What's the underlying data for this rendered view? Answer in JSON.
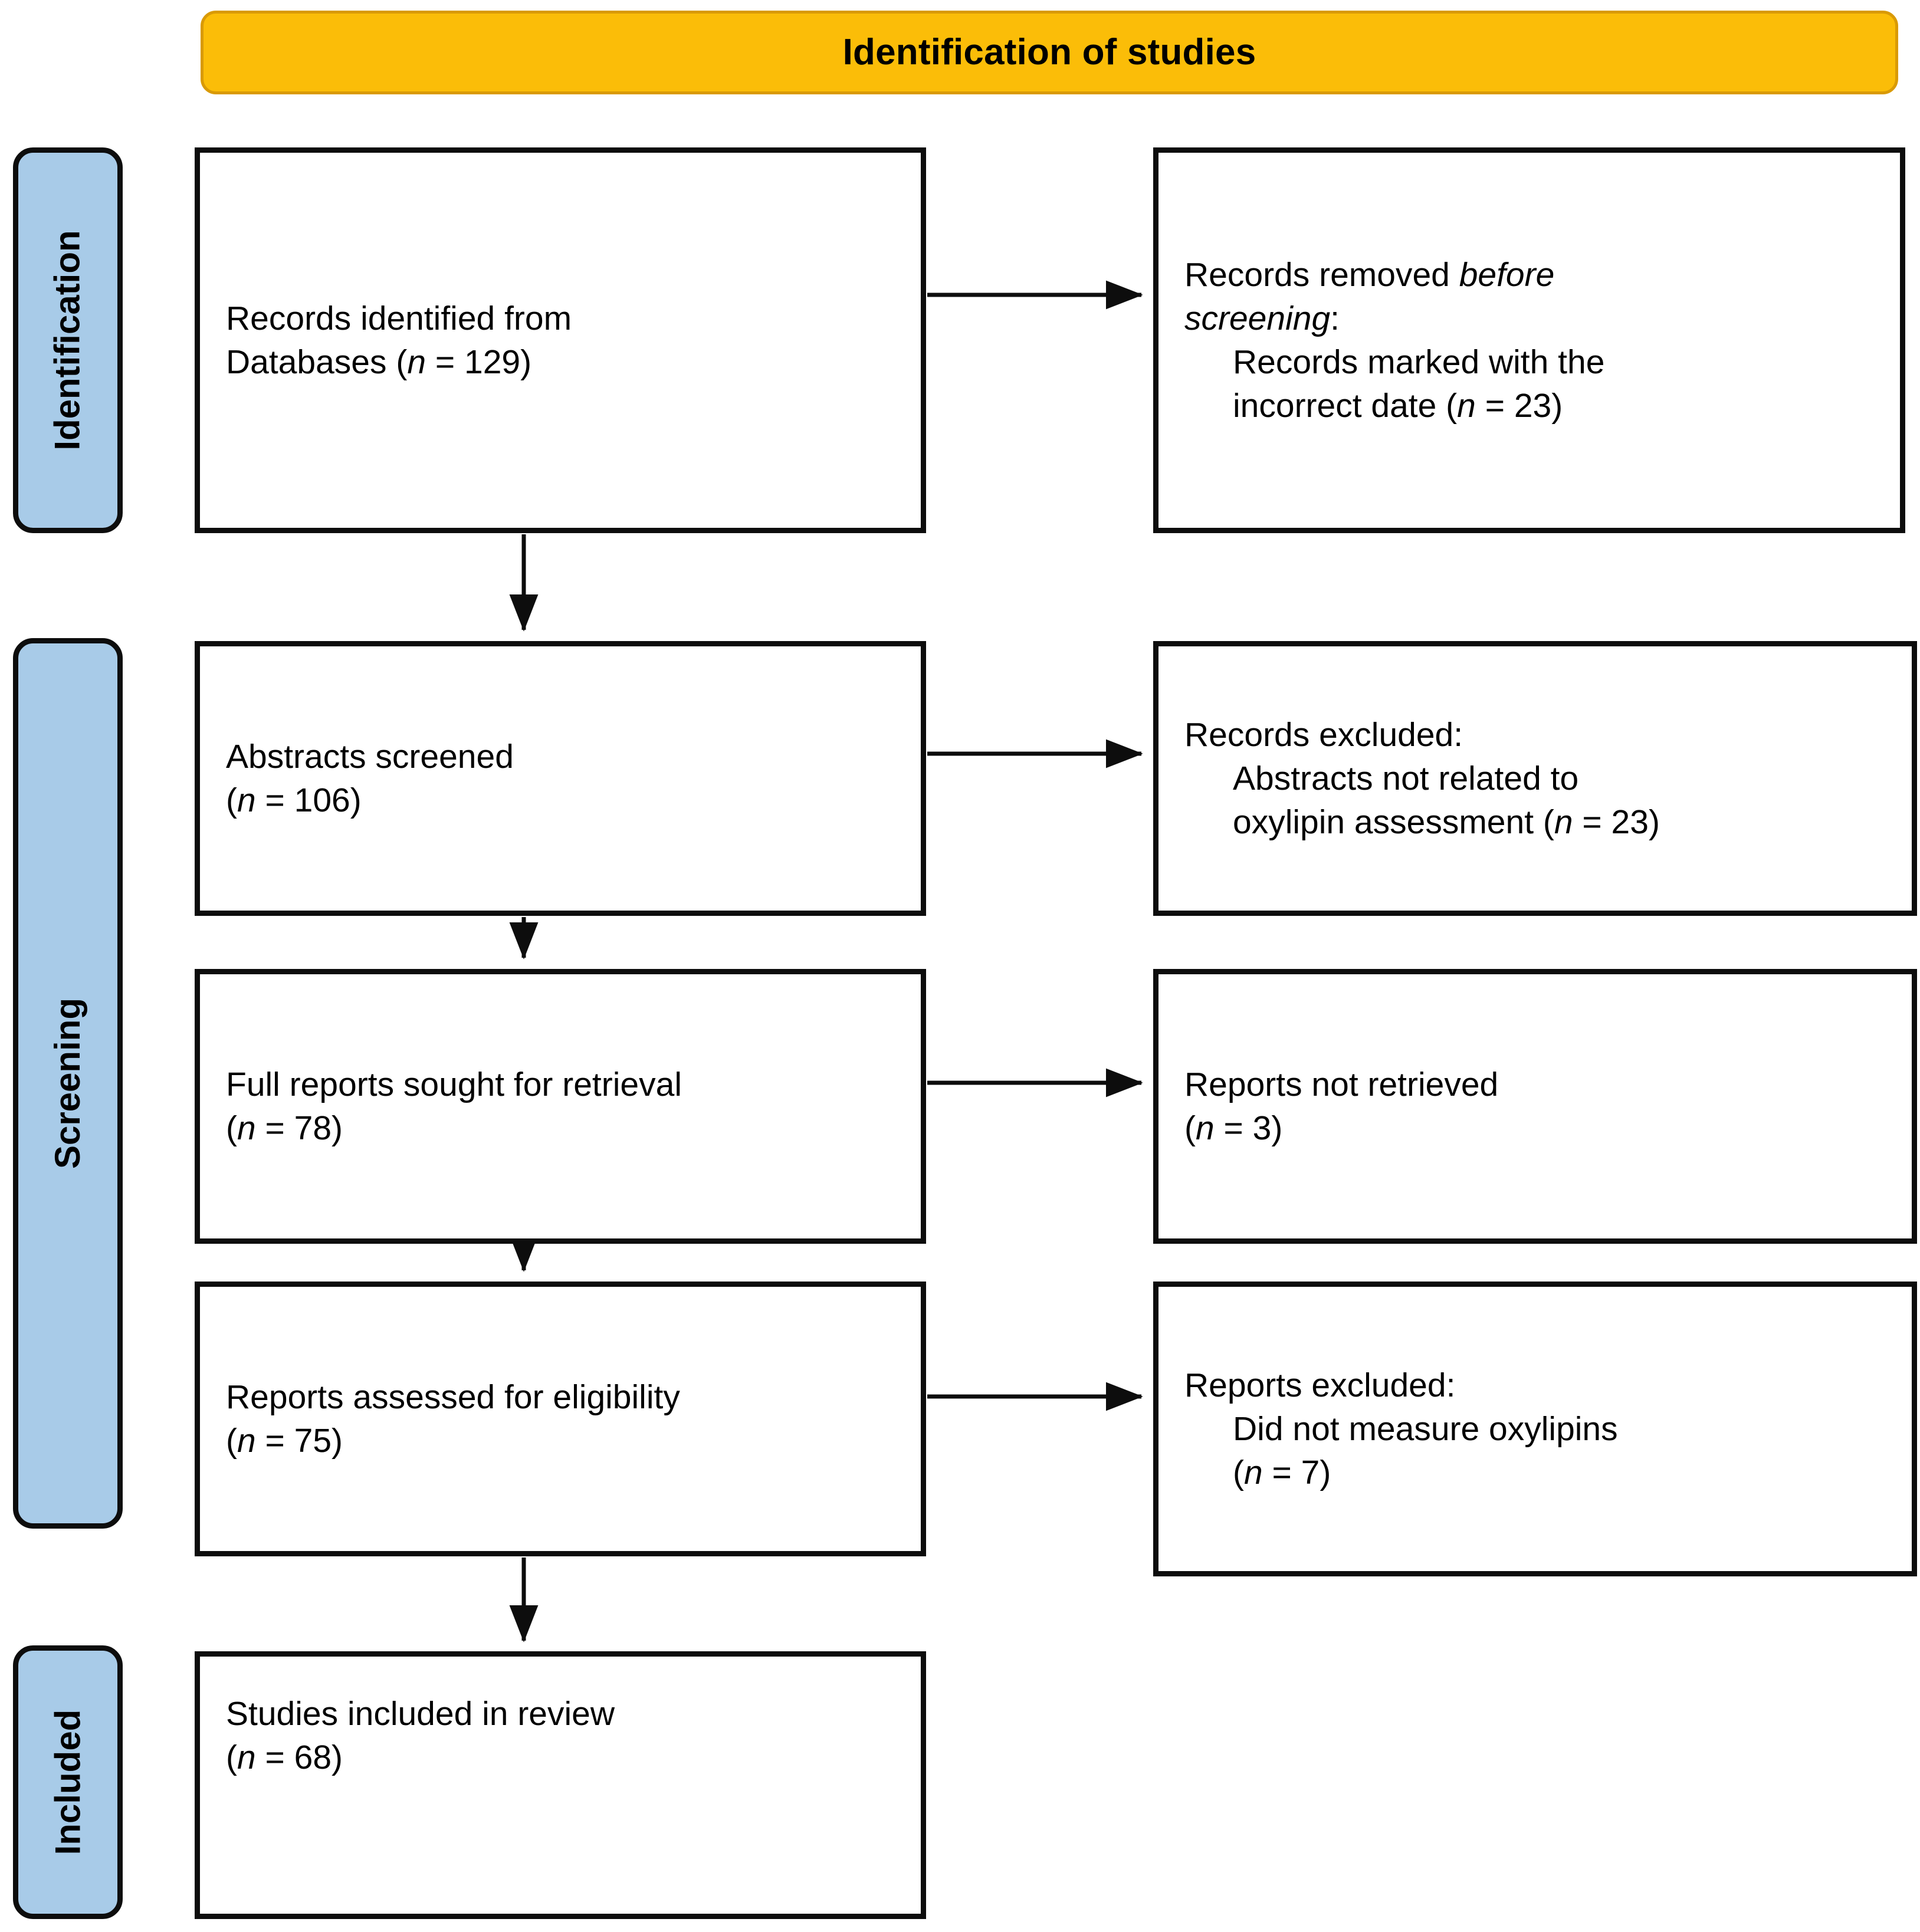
{
  "diagram": {
    "type": "prisma-flow-diagram",
    "header": {
      "title": "Identification of studies",
      "fill_color": "#FBBD08",
      "border_color": "#D99A05"
    },
    "stage_labels": [
      {
        "id": "identification",
        "text": "Identification",
        "fill_color": "#A8CBE8"
      },
      {
        "id": "screening",
        "text": "Screening",
        "fill_color": "#A8CBE8"
      },
      {
        "id": "included",
        "text": "Included",
        "fill_color": "#A8CBE8"
      }
    ],
    "boxes": {
      "identified": {
        "line1": "Records identified from",
        "line2_prefix": "Databases (",
        "line2_italic": "n",
        "line2_suffix": " = 129)",
        "n": 129
      },
      "removed": {
        "line1_prefix": "Records removed ",
        "line1_italic": "before",
        "line2_italic": "screening",
        "line2_suffix": ":",
        "line3": "Records marked with the",
        "line4_prefix": "incorrect date (",
        "line4_italic": "n",
        "line4_suffix": " = 23)",
        "n": 23
      },
      "screened": {
        "line1": "Abstracts screened",
        "line2_prefix": "(",
        "line2_italic": "n",
        "line2_suffix": " = 106)",
        "n": 106
      },
      "records_excluded": {
        "line1": "Records excluded:",
        "line2": "Abstracts not related to",
        "line3_prefix": "oxylipin assessment (",
        "line3_italic": "n",
        "line3_suffix": " = 23)",
        "n": 23
      },
      "sought": {
        "line1": "Full reports sought for retrieval",
        "line2_prefix": "(",
        "line2_italic": "n",
        "line2_suffix": " = 78)",
        "n": 78
      },
      "not_retrieved": {
        "line1": "Reports not retrieved",
        "line2_prefix": "(",
        "line2_italic": "n",
        "line2_suffix": " = 3)",
        "n": 3
      },
      "assessed": {
        "line1": "Reports assessed for eligibility",
        "line2_prefix": "(",
        "line2_italic": "n",
        "line2_suffix": " = 75)",
        "n": 75
      },
      "reports_excluded": {
        "line1": "Reports excluded:",
        "line2": "Did not measure oxylipins",
        "line3_prefix": "(",
        "line3_italic": "n",
        "line3_suffix": " = 7)",
        "n": 7
      },
      "included": {
        "line1": "Studies included in review",
        "line2_prefix": "(",
        "line2_italic": "n",
        "line2_suffix": " = 68)",
        "n": 68
      }
    }
  },
  "chart_data": {
    "type": "diagram",
    "title": "Identification of studies",
    "stages": [
      "Identification",
      "Screening",
      "Included"
    ],
    "nodes": [
      {
        "id": "identified",
        "stage": "Identification",
        "label": "Records identified from Databases",
        "n": 129
      },
      {
        "id": "removed",
        "stage": "Identification",
        "label": "Records removed before screening: Records marked with the incorrect date",
        "n": 23
      },
      {
        "id": "screened",
        "stage": "Screening",
        "label": "Abstracts screened",
        "n": 106
      },
      {
        "id": "records_excluded",
        "stage": "Screening",
        "label": "Records excluded: Abstracts not related to oxylipin assessment",
        "n": 23
      },
      {
        "id": "sought",
        "stage": "Screening",
        "label": "Full reports sought for retrieval",
        "n": 78
      },
      {
        "id": "not_retrieved",
        "stage": "Screening",
        "label": "Reports not retrieved",
        "n": 3
      },
      {
        "id": "assessed",
        "stage": "Screening",
        "label": "Reports assessed for eligibility",
        "n": 75
      },
      {
        "id": "reports_excluded",
        "stage": "Screening",
        "label": "Reports excluded: Did not measure oxylipins",
        "n": 7
      },
      {
        "id": "included",
        "stage": "Included",
        "label": "Studies included in review",
        "n": 68
      }
    ],
    "edges": [
      {
        "from": "identified",
        "to": "removed",
        "direction": "right"
      },
      {
        "from": "identified",
        "to": "screened",
        "direction": "down"
      },
      {
        "from": "screened",
        "to": "records_excluded",
        "direction": "right"
      },
      {
        "from": "screened",
        "to": "sought",
        "direction": "down"
      },
      {
        "from": "sought",
        "to": "not_retrieved",
        "direction": "right"
      },
      {
        "from": "sought",
        "to": "assessed",
        "direction": "down"
      },
      {
        "from": "assessed",
        "to": "reports_excluded",
        "direction": "right"
      },
      {
        "from": "assessed",
        "to": "included",
        "direction": "down"
      }
    ]
  }
}
